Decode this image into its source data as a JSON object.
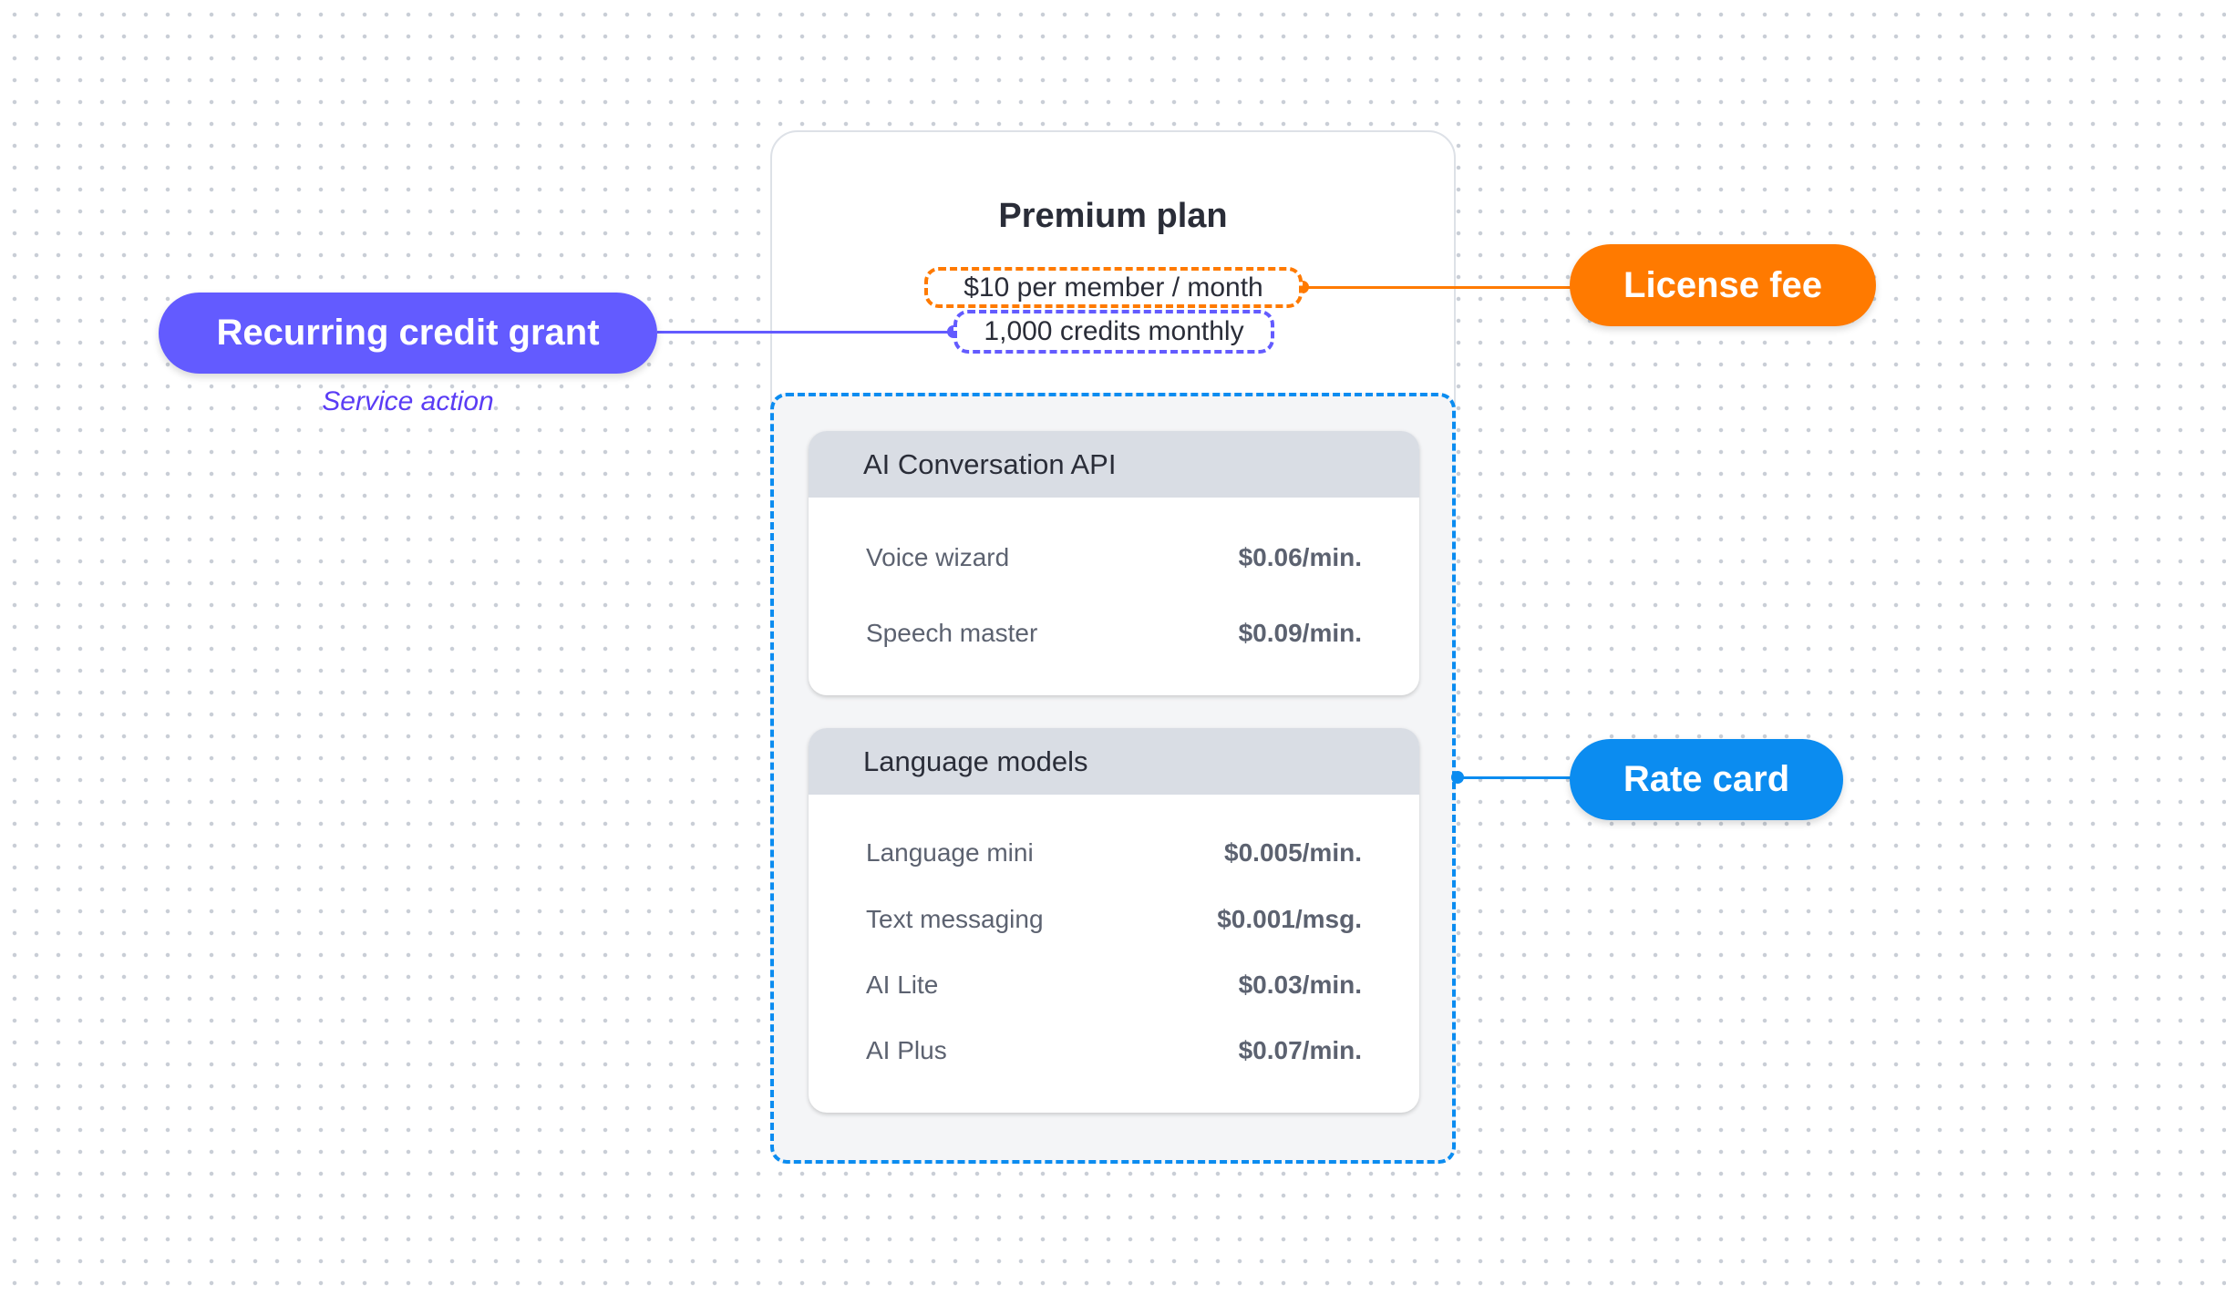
{
  "plan": {
    "title": "Premium plan",
    "license_fee": "$10 per member / month",
    "credits": "1,000 credits monthly"
  },
  "callouts": {
    "recurring": {
      "label": "Recurring credit grant",
      "sublabel": "Service action",
      "color": "#635bff"
    },
    "license": {
      "label": "License fee",
      "color": "#ff7a00"
    },
    "rate_card": {
      "label": "Rate card",
      "color": "#0b8cf0"
    }
  },
  "sections": [
    {
      "title": "AI Conversation API",
      "rows": [
        {
          "name": "Voice wizard",
          "price": "$0.06/min."
        },
        {
          "name": "Speech master",
          "price": "$0.09/min."
        }
      ]
    },
    {
      "title": "Language models",
      "rows": [
        {
          "name": "Language mini",
          "price": "$0.005/min."
        },
        {
          "name": "Text messaging",
          "price": "$0.001/msg."
        },
        {
          "name": "AI Lite",
          "price": "$0.03/min."
        },
        {
          "name": "AI Plus",
          "price": "$0.07/min."
        }
      ]
    }
  ]
}
